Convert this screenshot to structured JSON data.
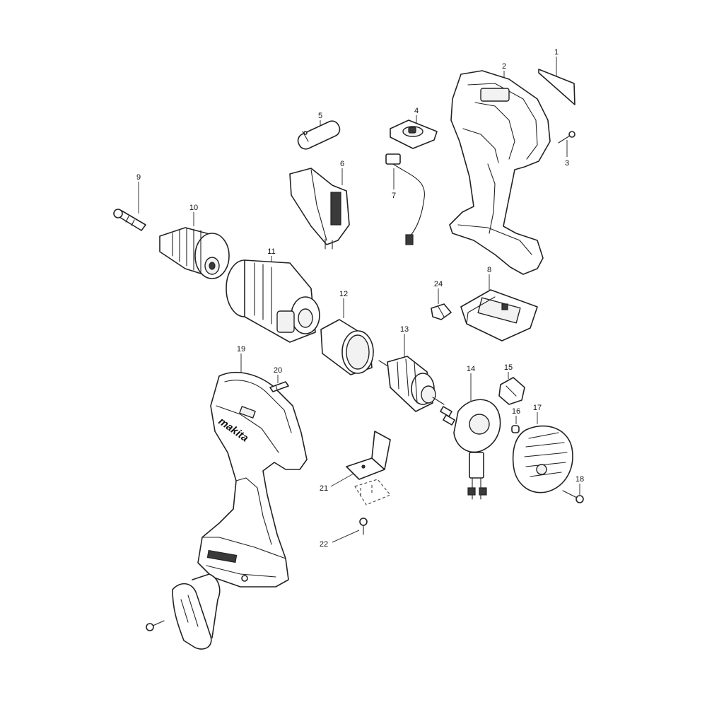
{
  "brand": "makita",
  "callouts": [
    {
      "id": "1"
    },
    {
      "id": "2"
    },
    {
      "id": "3"
    },
    {
      "id": "4"
    },
    {
      "id": "5"
    },
    {
      "id": "6"
    },
    {
      "id": "7"
    },
    {
      "id": "8"
    },
    {
      "id": "9"
    },
    {
      "id": "10"
    },
    {
      "id": "11"
    },
    {
      "id": "12"
    },
    {
      "id": "13"
    },
    {
      "id": "14"
    },
    {
      "id": "15"
    },
    {
      "id": "16"
    },
    {
      "id": "17"
    },
    {
      "id": "18"
    },
    {
      "id": "19"
    },
    {
      "id": "20"
    },
    {
      "id": "21"
    },
    {
      "id": "22"
    },
    {
      "id": "24"
    }
  ]
}
